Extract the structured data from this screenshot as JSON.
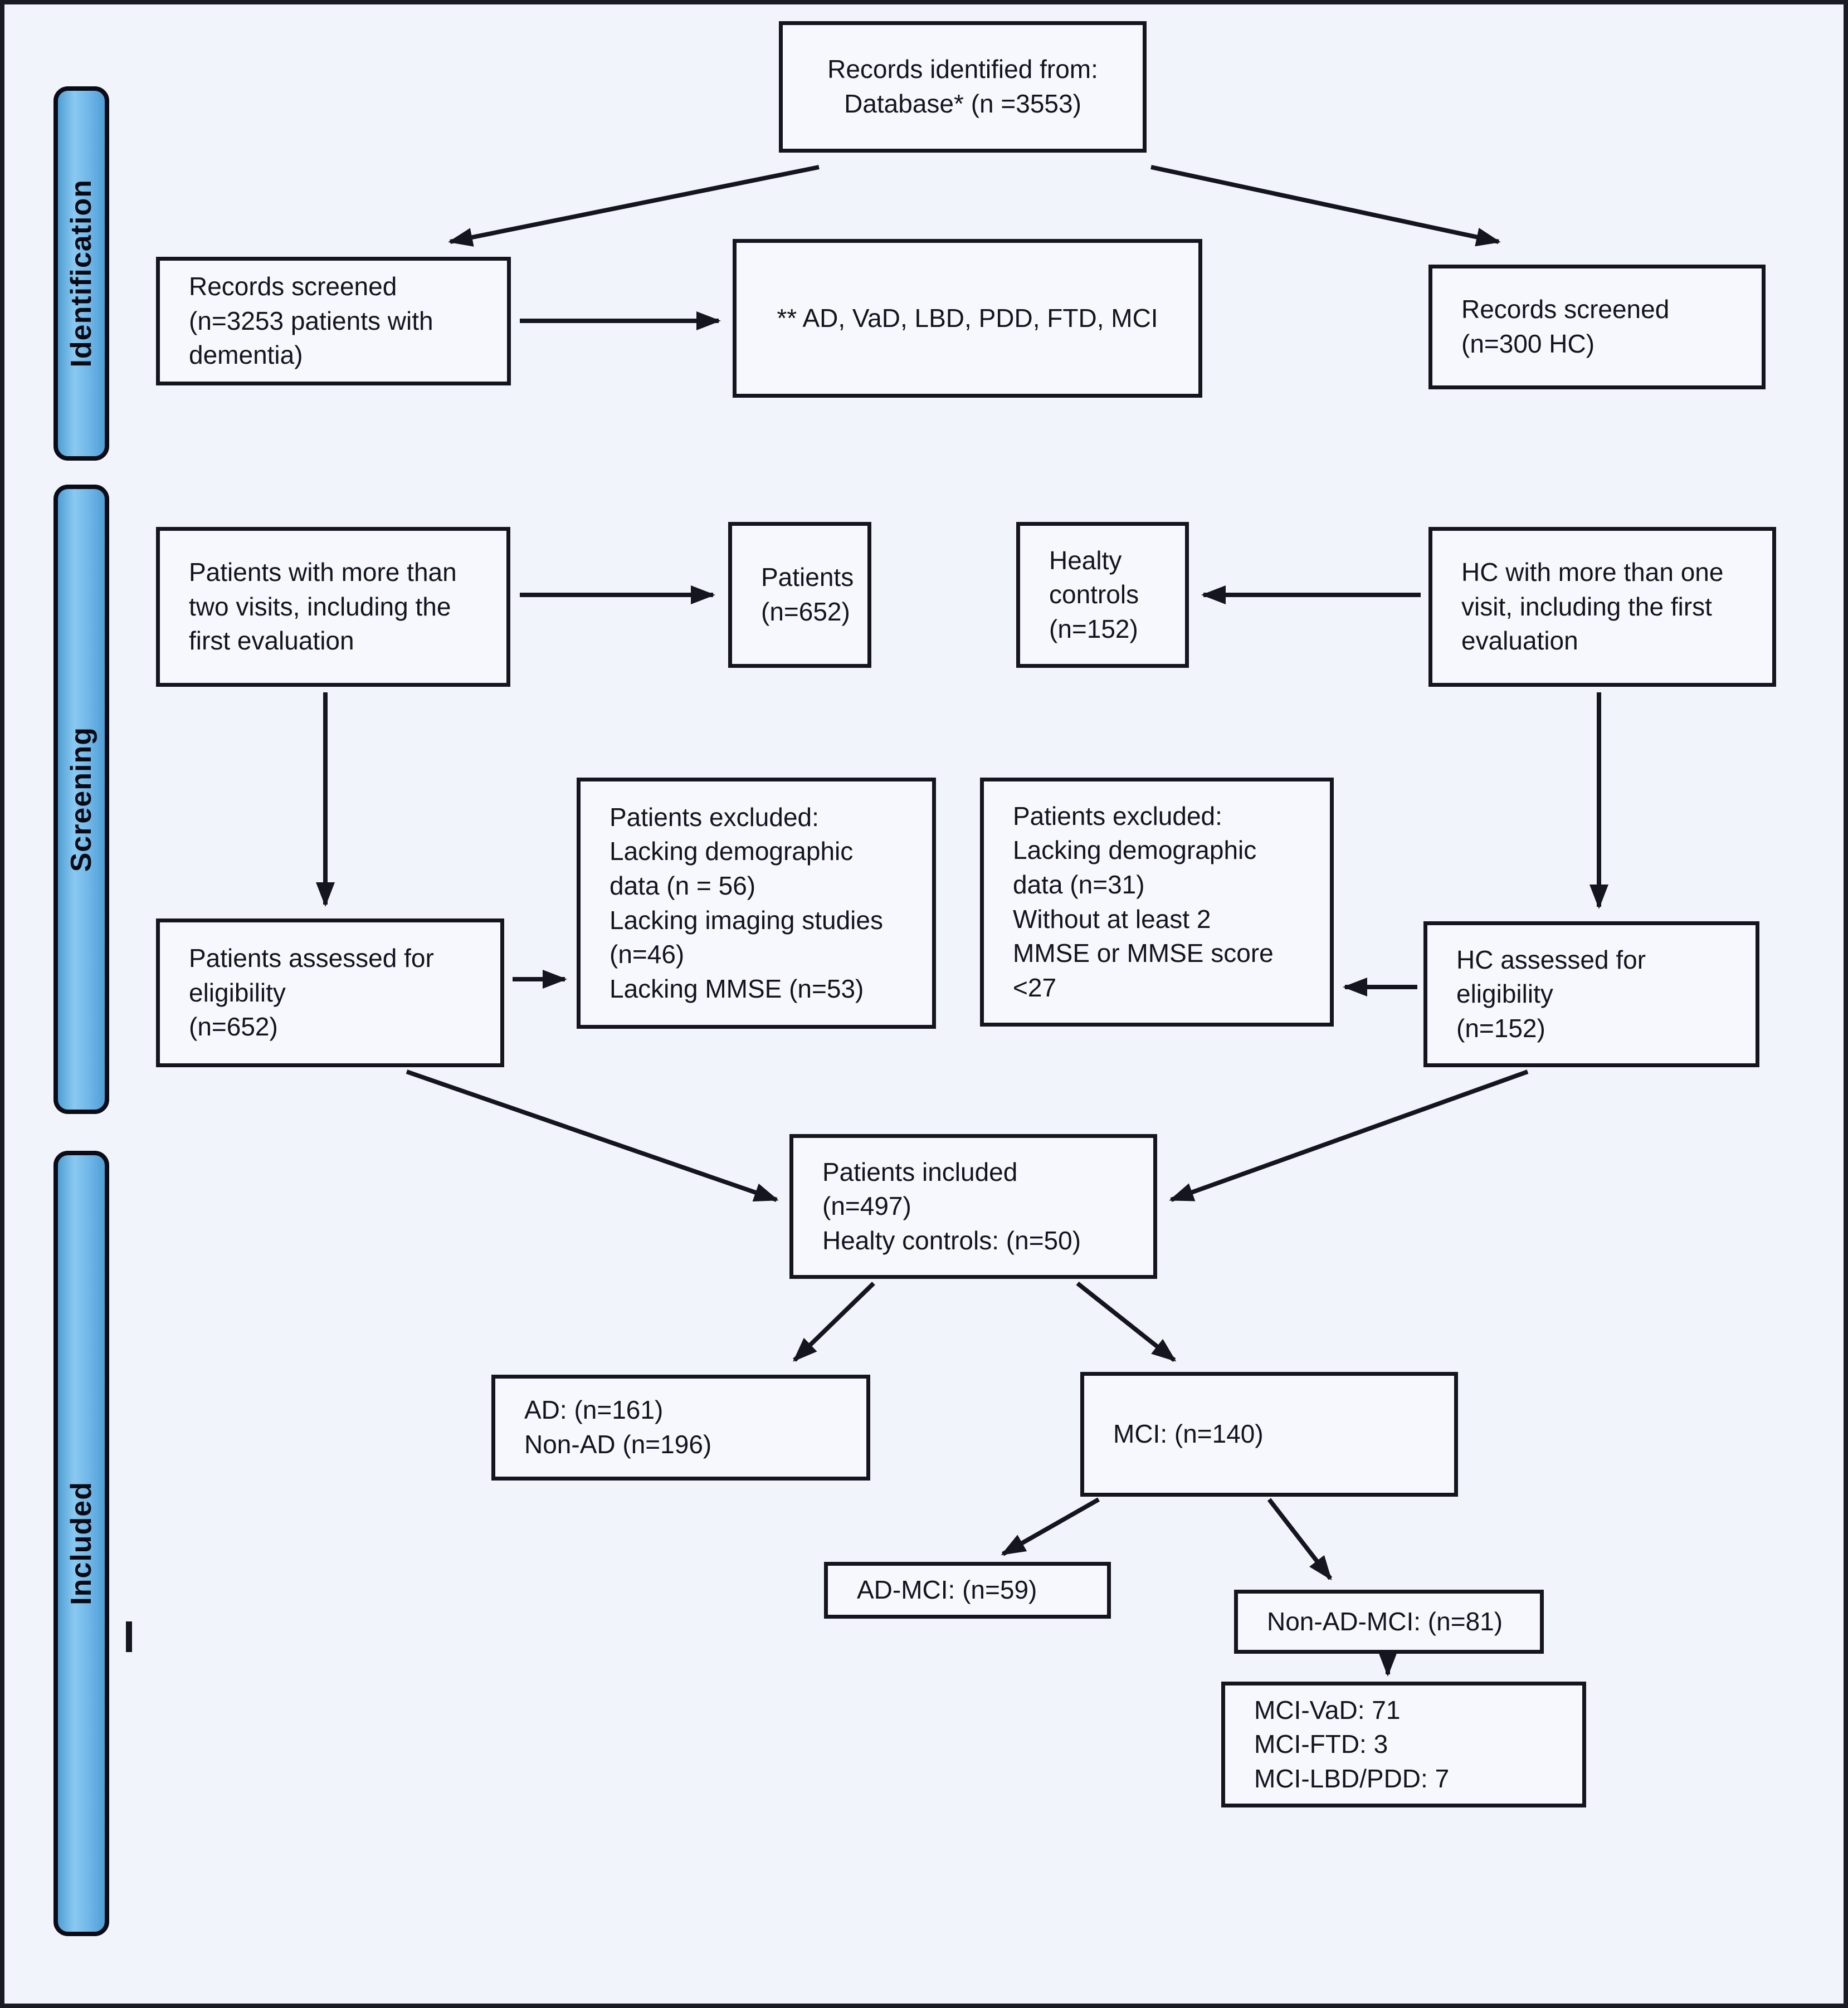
{
  "sidebar": {
    "stages": [
      {
        "label": "Identification"
      },
      {
        "label": "Screening"
      },
      {
        "label": "Included"
      }
    ]
  },
  "boxes": {
    "records_identified": "Records identified from:\nDatabase* (n =3553)",
    "records_screened_dementia": "Records screened\n(n=3253 patients with\ndementia)",
    "diagnoses_note": "** AD, VaD, LBD, PDD, FTD, MCI",
    "records_screened_hc": "Records screened\n(n=300 HC)",
    "patients_visits": "Patients with more than\ntwo visits, including the\nfirst evaluation",
    "patients_n652": "Patients\n(n=652)",
    "healthy_controls_n152": "Healty\ncontrols\n(n=152)",
    "hc_visits": "HC with more than one\nvisit, including the first\nevaluation",
    "patients_excluded_demographic": "Patients excluded:\nLacking demographic\ndata (n = 56)\nLacking imaging studies\n(n=46)\nLacking MMSE (n=53)",
    "patients_excluded_mmse": "Patients excluded:\nLacking demographic\ndata (n=31)\nWithout at least 2\nMMSE or MMSE score\n<27",
    "patients_assessed": "Patients assessed for\neligibility\n(n=652)",
    "hc_assessed": "HC assessed for\neligibility\n(n=152)",
    "patients_included": "Patients included\n(n=497)\nHealty controls: (n=50)",
    "ad_nonad": "AD: (n=161)\nNon-AD (n=196)",
    "mci": "MCI: (n=140)",
    "ad_mci": "AD-MCI: (n=59)",
    "non_ad_mci": "Non-AD-MCI: (n=81)",
    "mci_subtypes": "MCI-VaD: 71\nMCI-FTD: 3\nMCI-LBD/PDD: 7"
  },
  "colors": {
    "stage_bar_fill": "#6fb6e8",
    "box_border": "#15151f",
    "box_background": "#f7f8fd",
    "canvas_background": "#f2f4fb",
    "arrow": "#15151f"
  }
}
